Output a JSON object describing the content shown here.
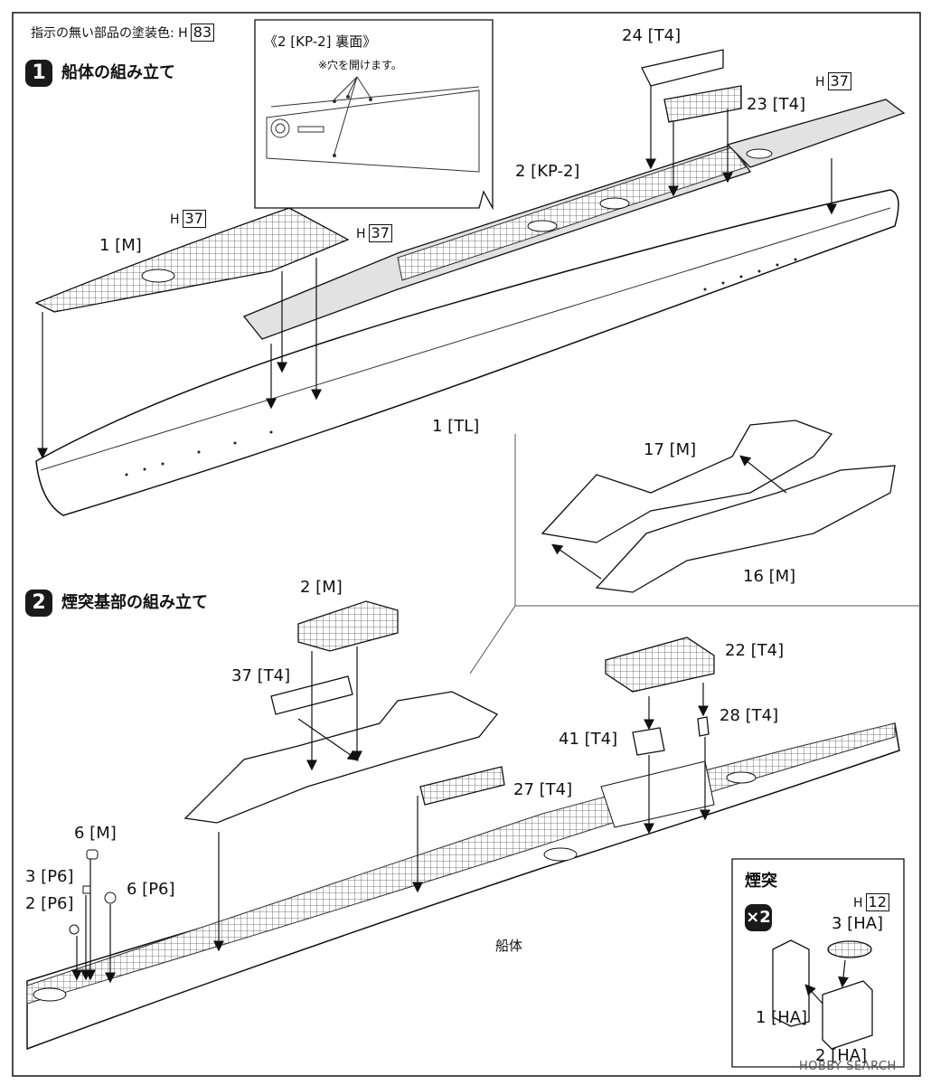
{
  "header": {
    "paint_note_label": "指示の無い部品の塗装色:",
    "paint_note_h": "H",
    "paint_note_code": "83"
  },
  "step1": {
    "number": "1",
    "title": "船体の組み立て",
    "inset": {
      "title": "《2 [KP-2] 裏面》",
      "note": "※穴を開けます。"
    },
    "labels": {
      "part_24_t4": "24 [T4]",
      "part_23_t4": "23 [T4]",
      "part_2_kp2": "2 [KP-2]",
      "part_1_m": "1 [M]",
      "part_1_tl": "1 [TL]",
      "part_17_m": "17 [M]",
      "part_16_m": "16 [M]"
    },
    "paints": [
      {
        "h": "H",
        "code": "37"
      },
      {
        "h": "H",
        "code": "37"
      },
      {
        "h": "H",
        "code": "37"
      }
    ]
  },
  "step2": {
    "number": "2",
    "title": "煙突基部の組み立て",
    "labels": {
      "part_2_m": "2 [M]",
      "part_37_t4": "37 [T4]",
      "part_27_t4": "27 [T4]",
      "part_22_t4": "22 [T4]",
      "part_41_t4": "41 [T4]",
      "part_28_t4": "28 [T4]",
      "part_6_m": "6 [M]",
      "part_3_p6": "3 [P6]",
      "part_2_p6": "2 [P6]",
      "part_6_p6": "6 [P6]",
      "hull": "船体"
    }
  },
  "funnel": {
    "title": "煙突",
    "multiplier": "×2",
    "paint_h": "H",
    "paint_code": "12",
    "part_3_ha": "3 [HA]",
    "part_1_ha": "1 [HA]",
    "part_2_ha": "2 [HA]"
  },
  "watermark": "HOBBY SEARCH"
}
